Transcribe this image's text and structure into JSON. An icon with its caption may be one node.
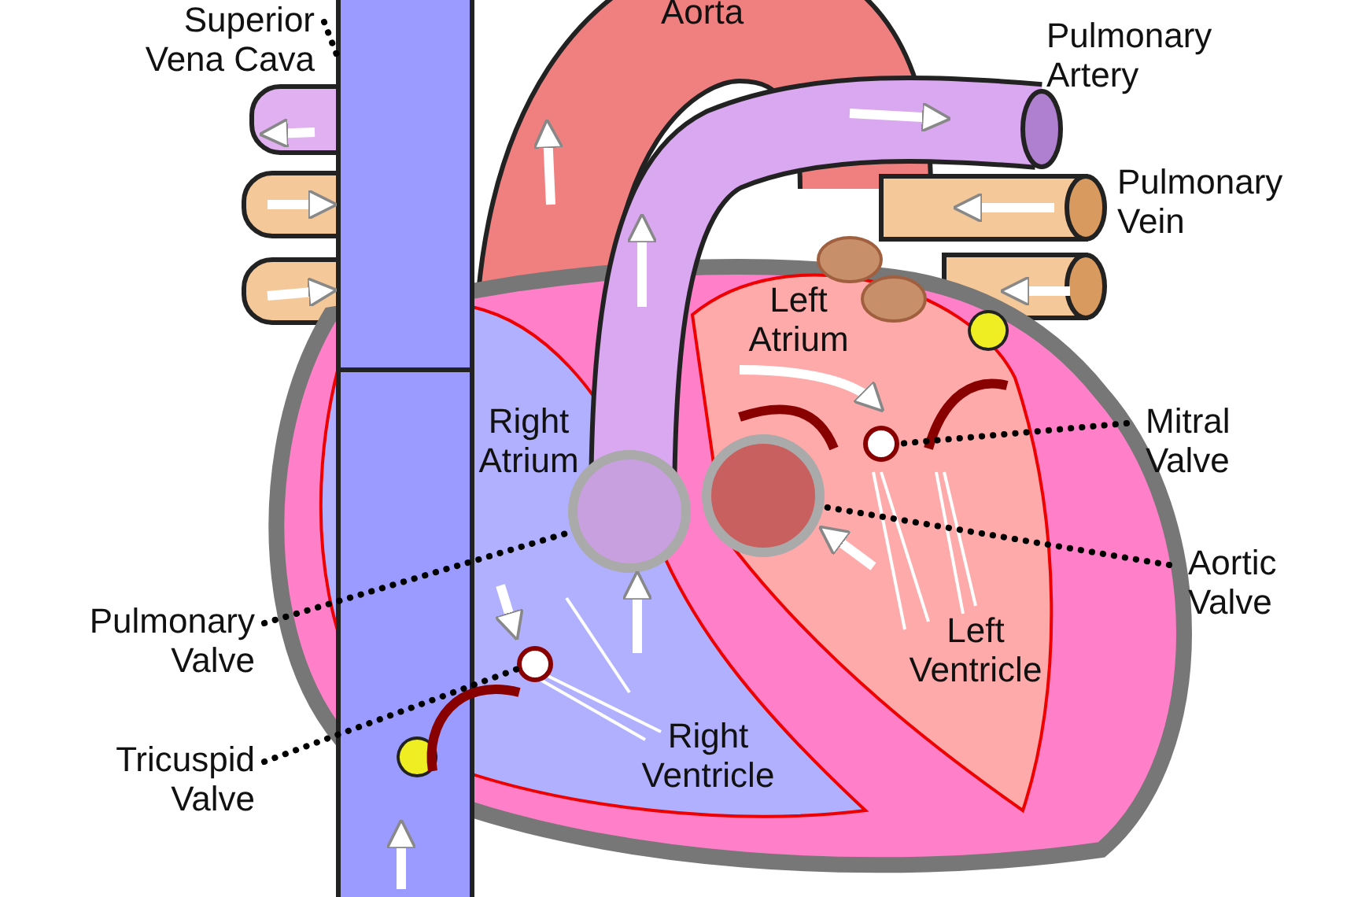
{
  "diagram": {
    "nodes": [
      {
        "text": [
          "Superior Vena Cava"
        ]
      },
      {
        "text": [],
        "shape": "box"
      },
      {
        "text": [
          "Pulmonary Valve"
        ]
      },
      {
        "text": [],
        "shape": "circle"
      },
      {
        "text": [
          "Tricuspid Valve"
        ]
      },
      {
        "text": [],
        "shape": "circle"
      },
      {
        "text": [
          "Mitral Valve"
        ]
      },
      {
        "text": [],
        "shape": "circle"
      },
      {
        "text": [
          "Aortic Valve"
        ]
      },
      {
        "text": [],
        "shape": "circle"
      }
    ],
    "edges": [
      {
        "from": 0,
        "to": 1,
        "arrow": "none",
        "style": "dashed"
      },
      {
        "from": 2,
        "to": 3,
        "arrow": "none",
        "style": "dashed"
      },
      {
        "from": 4,
        "to": 5,
        "arrow": "none",
        "style": "dashed"
      },
      {
        "from": 6,
        "to": 7,
        "arrow": "none",
        "style": "dashed"
      },
      {
        "from": 8,
        "to": 9,
        "arrow": "none",
        "style": "dashed"
      }
    ],
    "labels": [
      "Aorta",
      "Pulmonary Artery",
      "Pulmonary Vein",
      "Left Atrium",
      "Right Atrium",
      "Left Ventricle",
      "Right Ventricle"
    ]
  }
}
